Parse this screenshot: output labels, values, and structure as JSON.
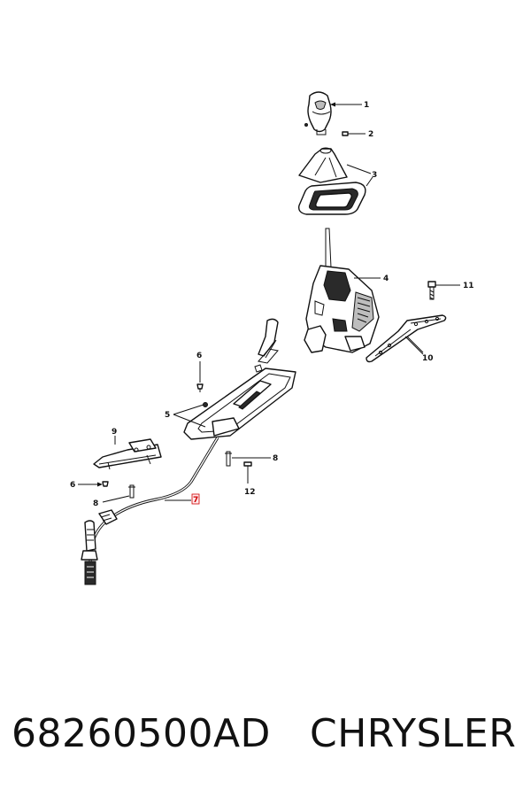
{
  "callouts": {
    "c1": "1",
    "c2": "2",
    "c3": "3",
    "c4": "4",
    "c5": "5",
    "c6a": "6",
    "c6b": "6",
    "c7": "7",
    "c8a": "8",
    "c8b": "8",
    "c9": "9",
    "c10": "10",
    "c11": "11",
    "c12": "12"
  },
  "highlight_color": "#d00000",
  "footer": {
    "part_number": "68260500AD",
    "brand": "CHRYSLER"
  }
}
